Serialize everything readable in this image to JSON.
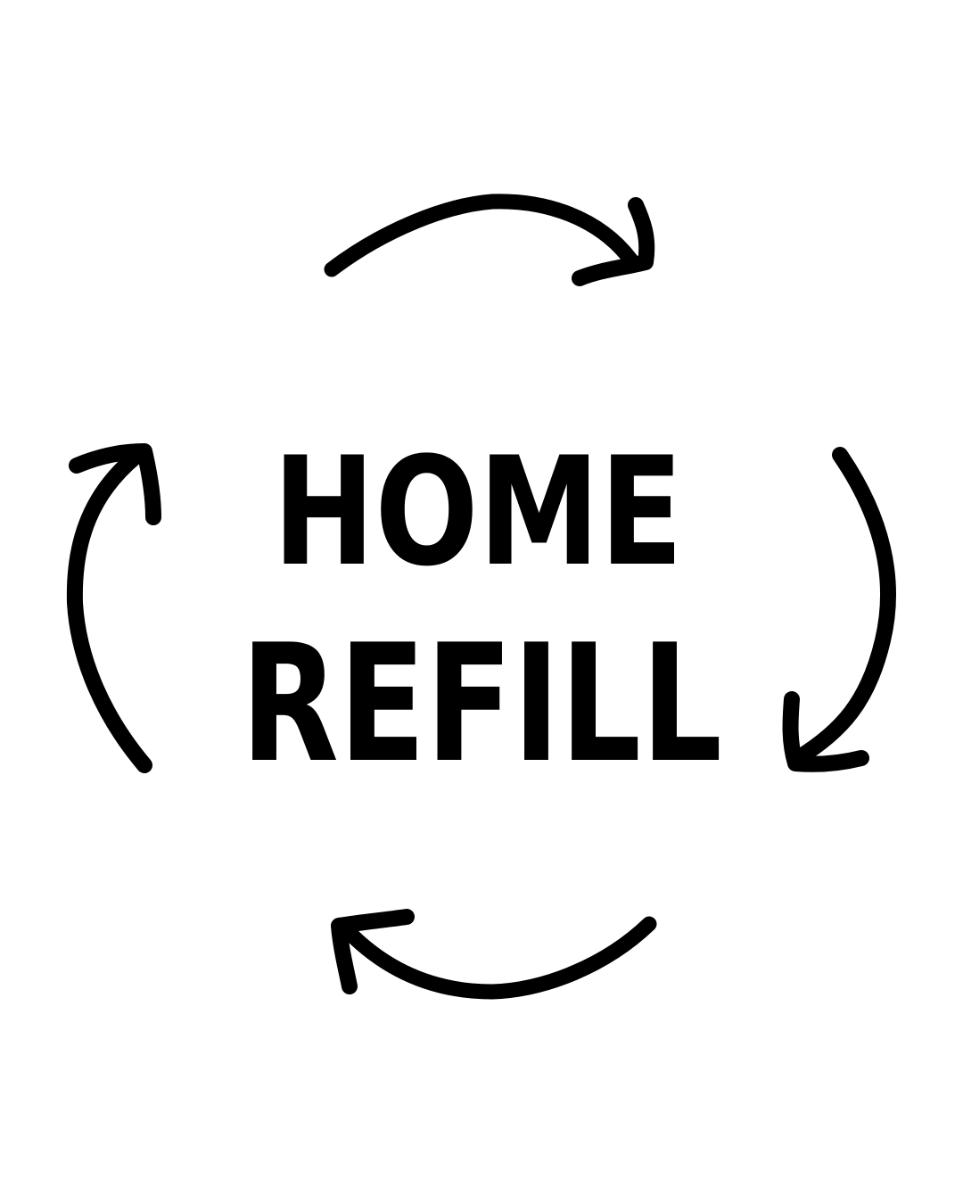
{
  "logo": {
    "line1": "HOME",
    "line2": "REFILL"
  },
  "icon": "circular-refill-arrows",
  "colors": {
    "ink": "#000000",
    "background": "#ffffff"
  }
}
